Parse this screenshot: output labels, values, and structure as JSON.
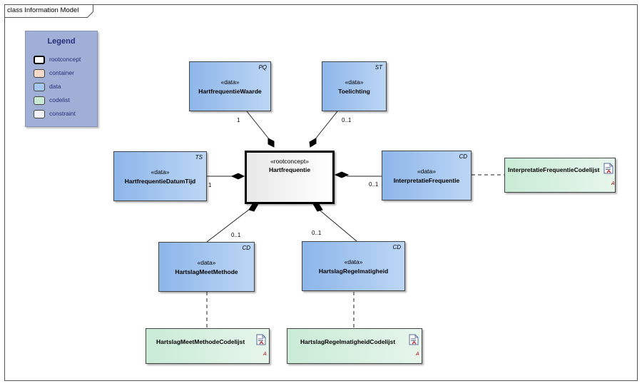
{
  "frame": {
    "title": "class Information Model"
  },
  "legend": {
    "title": "Legend",
    "items": [
      {
        "label": "rootconcept",
        "color": "#ffffff"
      },
      {
        "label": "container",
        "color": "#f5d9c9"
      },
      {
        "label": "data",
        "color": "#a7c8ee"
      },
      {
        "label": "codelist",
        "color": "#c9ebd6"
      },
      {
        "label": "constraint",
        "color": "#f2f2f8"
      }
    ]
  },
  "root": {
    "stereotype": "«rootconcept»",
    "name": "Hartfrequentie"
  },
  "data_nodes": {
    "waarde": {
      "stereotype": "«data»",
      "name": "HartfrequentieWaarde",
      "type": "PQ"
    },
    "toelichting": {
      "stereotype": "«data»",
      "name": "Toelichting",
      "type": "ST"
    },
    "datumtijd": {
      "stereotype": "«data»",
      "name": "HartfrequentieDatumTijd",
      "type": "TS"
    },
    "interpretatie": {
      "stereotype": "«data»",
      "name": "InterpretatieFrequentie",
      "type": "CD"
    },
    "meetmethode": {
      "stereotype": "«data»",
      "name": "HartslagMeetMethode",
      "type": "CD"
    },
    "regelmatigheid": {
      "stereotype": "«data»",
      "name": "HartslagRegelmatigheid",
      "type": "CD"
    }
  },
  "codelists": {
    "interpretatie": {
      "name": "InterpretatieFrequentieCodelijst",
      "marker": "A"
    },
    "meetmethode": {
      "name": "HartslagMeetMethodeCodelijst",
      "marker": "A"
    },
    "regelmatigheid": {
      "name": "HartslagRegelmatigheidCodelijst",
      "marker": "A"
    }
  },
  "multiplicities": {
    "waarde": "1",
    "toelichting": "0..1",
    "datumtijd": "1",
    "interpretatie": "0..1",
    "meetmethode": "0..1",
    "regelmatigheid": "0..1"
  }
}
